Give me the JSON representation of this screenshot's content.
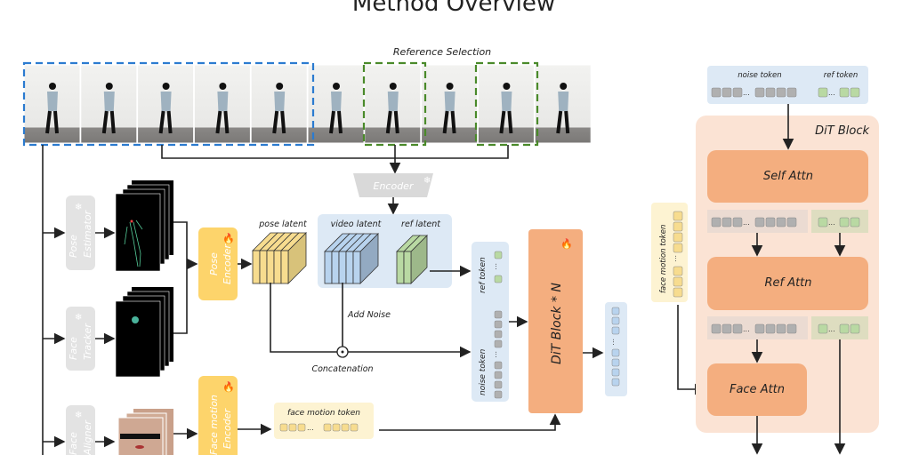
{
  "title": "Method Overview",
  "reference_selection": "Reference Selection",
  "encoder": "Encoder",
  "pose_estimator": [
    "Pose",
    "Estimator"
  ],
  "face_tracker": [
    "Face",
    "Tracker"
  ],
  "face_aligner": [
    "Face",
    "Aligner"
  ],
  "pose_encoder": [
    "Pose",
    "Encoder"
  ],
  "face_motion_encoder": [
    "Face motion",
    "Encoder"
  ],
  "pose_latent": "pose latent",
  "video_latent": "video latent",
  "ref_latent": "ref latent",
  "add_noise": "Add Noise",
  "concatenation": "Concatenation",
  "ref_token": "ref token",
  "noise_token": "noise token",
  "face_motion_token": "face motion token",
  "dit_block_n": "DiT Block * N",
  "dit_block": "DiT Block",
  "self_attn": "Self Attn",
  "ref_attn": "Ref Attn",
  "face_attn": "Face Attn",
  "dots": "...",
  "icons": {
    "frozen": "snowflake-icon",
    "trainable": "fire-icon"
  },
  "colors": {
    "frozen": "#d9d9d9",
    "encoder": "#fdd46b",
    "dit": "#f4ae7f",
    "dit_bg": "#fbe3d4",
    "latent_bg": "#dde9f5",
    "token_bg": "#fdf3d2",
    "ref": "#b9d9a3",
    "noise": "#b0b0b0",
    "video": "#b8d3ee",
    "pose": "#f7dc8f",
    "blue_dash": "#2b7bd0",
    "green_dash": "#4a8a2a"
  }
}
